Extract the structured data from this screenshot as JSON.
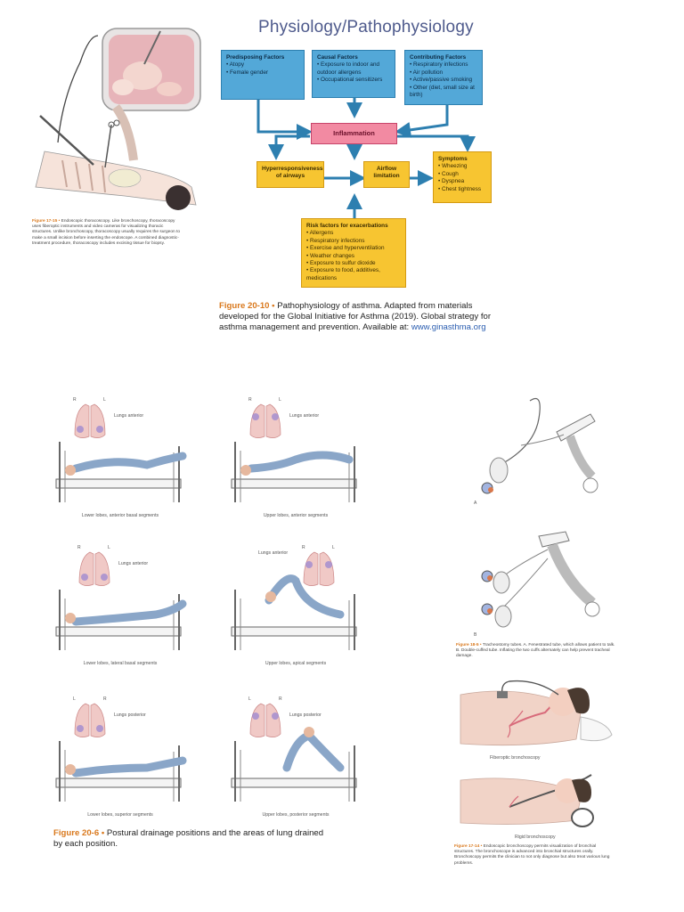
{
  "page": {
    "title": "Physiology/Pathophysiology"
  },
  "thoracoscopy": {
    "caption_fig": "Figure 17-15 •",
    "caption_text": "Endoscopic thoracoscopy. Like bronchoscopy, thoracoscopy uses fiberoptic instruments and video cameras for visualizing thoracic structures. Unlike bronchoscopy, thoracoscopy usually requires the surgeon to make a small incision before inserting the endoscope. A combined diagnostic-treatment procedure, thoracoscopy includes excising tissue for biopsy."
  },
  "flowchart": {
    "predisposing": {
      "heading": "Predisposing Factors",
      "items": [
        "Atopy",
        "Female gender"
      ]
    },
    "causal": {
      "heading": "Causal Factors",
      "items": [
        "Exposure to indoor and outdoor allergens",
        "Occupational sensitizers"
      ]
    },
    "contributing": {
      "heading": "Contributing Factors",
      "items": [
        "Respiratory infections",
        "Air pollution",
        "Active/passive smoking",
        "Other (diet, small size at birth)"
      ]
    },
    "inflammation": "Inflammation",
    "hyperresponsiveness": "Hyperresponsiveness of airways",
    "airflow": "Airflow limitation",
    "symptoms": {
      "heading": "Symptoms",
      "items": [
        "Wheezing",
        "Cough",
        "Dyspnea",
        "Chest tightness"
      ]
    },
    "risk": {
      "heading": "Risk factors for exacerbations",
      "items": [
        "Allergens",
        "Respiratory infections",
        "Exercise and hyperventilation",
        "Weather changes",
        "Exposure to sulfur dioxide",
        "Exposure to food, additives, medications"
      ]
    },
    "caption_fig": "Figure 20-10 •",
    "caption_text": "Pathophysiology of asthma. Adapted from materials developed for the Global Initiative for Asthma (2019). Global strategy for asthma management and prevention. Available at:",
    "caption_url": "www.ginasthma.org",
    "colors": {
      "blue": "#53a8d8",
      "yellow": "#f7c531",
      "pink": "#f28aa2",
      "arrow": "#2d7fb0"
    }
  },
  "drainage": {
    "panels": [
      {
        "lung_label": "Lungs anterior",
        "caption": "Lower lobes, anterior basal segments",
        "r": "R",
        "l": "L"
      },
      {
        "lung_label": "Lungs anterior",
        "caption": "Upper lobes, anterior segments",
        "r": "R",
        "l": "L"
      },
      {
        "lung_label": "Lungs anterior",
        "caption": "Lower lobes, lateral basal segments",
        "r": "R",
        "l": "L"
      },
      {
        "lung_label": "Lungs anterior",
        "caption": "Upper lobes, apical segments",
        "r": "R",
        "l": "L"
      },
      {
        "lung_label": "Lungs posterior",
        "caption": "Lower lobes, superior segments",
        "r": "L",
        "l": "R"
      },
      {
        "lung_label": "Lungs posterior",
        "caption": "Upper lobes, posterior segments",
        "r": "L",
        "l": "R"
      }
    ],
    "caption_fig": "Figure 20-6 •",
    "caption_text": "Postural drainage positions and the areas of lung drained by each position."
  },
  "tracheostomy": {
    "label_a": "A",
    "label_b": "B",
    "caption_fig": "Figure 18-5 •",
    "caption_text": "Tracheostomy tubes. A. Fenestrated tube, which allows patient to talk. B. Double-cuffed tube. Inflating the two cuffs alternately can help prevent tracheal damage."
  },
  "bronchoscopy": {
    "fiberoptic_label": "Fiberoptic bronchoscopy",
    "rigid_label": "Rigid bronchoscopy",
    "caption_fig": "Figure 17-14 •",
    "caption_text": "Endoscopic bronchoscopy permits visualization of bronchial structures. The bronchoscope is advanced into bronchial structures orally. Bronchoscopy permits the clinician to not only diagnose but also treat various lung problems."
  }
}
